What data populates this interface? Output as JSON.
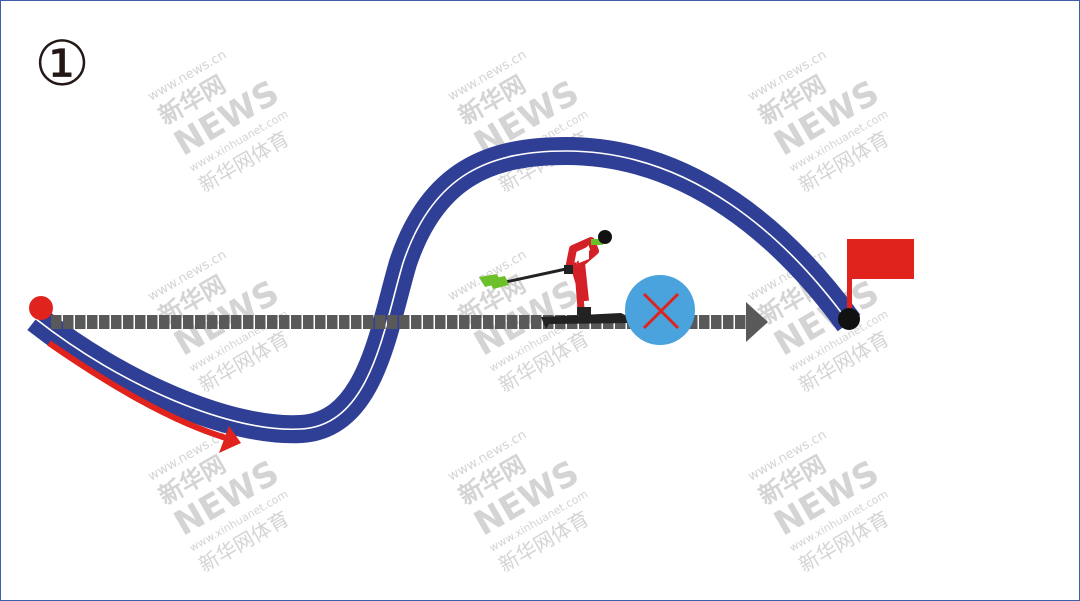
{
  "step_number": "①",
  "watermark": {
    "url_top": "www.news.cn",
    "brand": "新华网",
    "logo": "NEWS",
    "url_bottom": "www.xinhuanet.com",
    "section": "新华网体育"
  },
  "colors": {
    "track": "#2f3f95",
    "track_line": "#ffffff",
    "direction_arrow": "#e0231c",
    "start_dot": "#e0231c",
    "flag": "#e0231c",
    "straight_arrow": "#595959",
    "forbidden_circle": "#4aa3dc",
    "forbidden_cross": "#e0231c"
  },
  "icons": [
    "start-dot",
    "finish-flag",
    "skier",
    "forbidden-cross"
  ]
}
